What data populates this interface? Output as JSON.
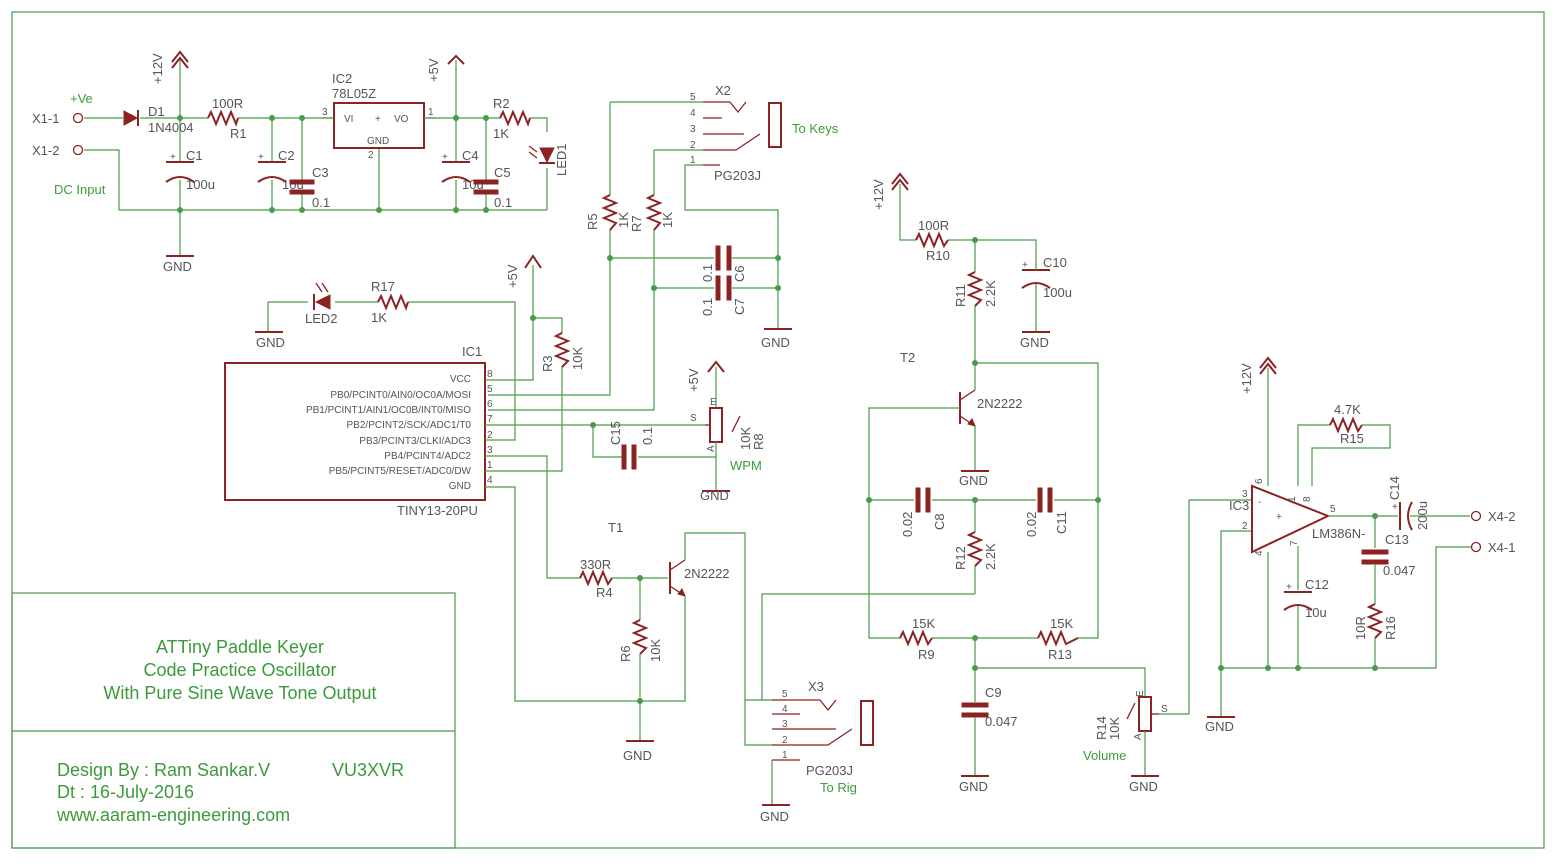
{
  "title_block": {
    "title_line1": "ATTiny Paddle Keyer",
    "title_line2": "Code Practice Oscillator",
    "title_line3": "With Pure Sine Wave Tone Output",
    "designer": "Design By : Ram Sankar.V",
    "callsign": "VU3XVR",
    "date": "Dt : 16-July-2016",
    "website": "www.aaram-engineering.com"
  },
  "power": {
    "plus12": "+12V",
    "plus5": "+5V",
    "gnd": "GND"
  },
  "connectors": {
    "x1_1": "X1-1",
    "x1_2": "X1-2",
    "plus_ve": "+Ve",
    "dc_input": "DC Input",
    "x2": "X2",
    "x2_model": "PG203J",
    "to_keys": "To Keys",
    "x3": "X3",
    "x3_model": "PG203J",
    "to_rig": "To Rig",
    "x4_1": "X4-1",
    "x4_2": "X4-2",
    "jack_pins": [
      "5",
      "4",
      "3",
      "2",
      "1"
    ]
  },
  "parts": {
    "d1": "D1",
    "d1_val": "1N4004",
    "r1": "R1",
    "r1_val": "100R",
    "c1": "C1",
    "c1_val": "100u",
    "c2": "C2",
    "c2_val": "10u",
    "c3": "C3",
    "c3_val": "0.1",
    "ic2": "IC2",
    "ic2_val": "78L05Z",
    "ic2_vi": "VI",
    "ic2_vo": "VO",
    "ic2_gnd": "GND",
    "ic2_pin1": "1",
    "ic2_pin2": "2",
    "ic2_pin3": "3",
    "c4": "C4",
    "c4_val": "10u",
    "c5": "C5",
    "c5_val": "0.1",
    "r2": "R2",
    "r2_val": "1K",
    "led1": "LED1",
    "r5": "R5",
    "r5_val": "1K",
    "r7": "R7",
    "r7_val": "1K",
    "c6": "C6",
    "c6_val": "0.1",
    "c7": "C7",
    "c7_val": "0.1",
    "led2": "LED2",
    "r17": "R17",
    "r17_val": "1K",
    "r3": "R3",
    "r3_val": "10K",
    "r8": "R8",
    "r8_val": "10K",
    "wpm": "WPM",
    "c15": "C15",
    "c15_val": "0.1",
    "t1": "T1",
    "t1_val": "2N2222",
    "r4": "R4",
    "r4_val": "330R",
    "r6": "R6",
    "r6_val": "10K",
    "r10": "R10",
    "r10_val": "100R",
    "c10": "C10",
    "c10_val": "100u",
    "r11": "R11",
    "r11_val": "2.2K",
    "t2": "T2",
    "t2_val": "2N2222",
    "c8": "C8",
    "c8_val": "0.02",
    "c11": "C11",
    "c11_val": "0.02",
    "r12": "R12",
    "r12_val": "2.2K",
    "r9": "R9",
    "r9_val": "15K",
    "r13": "R13",
    "r13_val": "15K",
    "c9": "C9",
    "c9_val": "0.047",
    "r14": "R14",
    "r14_val": "10K",
    "volume": "Volume",
    "ic3": "IC3",
    "ic3_val": "LM386N-",
    "r15": "R15",
    "r15_val": "4.7K",
    "c12": "C12",
    "c12_val": "10u",
    "c13": "C13",
    "c13_val": "0.047",
    "c14": "C14",
    "c14_val": "200u",
    "r16": "R16",
    "r16_val": "10R",
    "pot_e": "E",
    "pot_a": "A",
    "pot_s": "S"
  },
  "ic1": {
    "name": "IC1",
    "model": "TINY13-20PU",
    "pins": [
      {
        "label": "VCC",
        "num": "8"
      },
      {
        "label": "PB0/PCINT0/AIN0/OC0A/MOSI",
        "num": "5"
      },
      {
        "label": "PB1/PCINT1/AIN1/OC0B/INT0/MISO",
        "num": "6"
      },
      {
        "label": "PB2/PCINT2/SCK/ADC1/T0",
        "num": "7"
      },
      {
        "label": "PB3/PCINT3/CLKI/ADC3",
        "num": "2"
      },
      {
        "label": "PB4/PCINT4/ADC2",
        "num": "3"
      },
      {
        "label": "PB5/PCINT5/RESET/ADC0/DW",
        "num": "1"
      },
      {
        "label": "GND",
        "num": "4"
      }
    ]
  },
  "ic3_pins": {
    "p1": "1",
    "p2": "2",
    "p3": "3",
    "p4": "4",
    "p5": "5",
    "p6": "6",
    "p7": "7",
    "p8": "8",
    "plus": "+",
    "minus": "-"
  }
}
